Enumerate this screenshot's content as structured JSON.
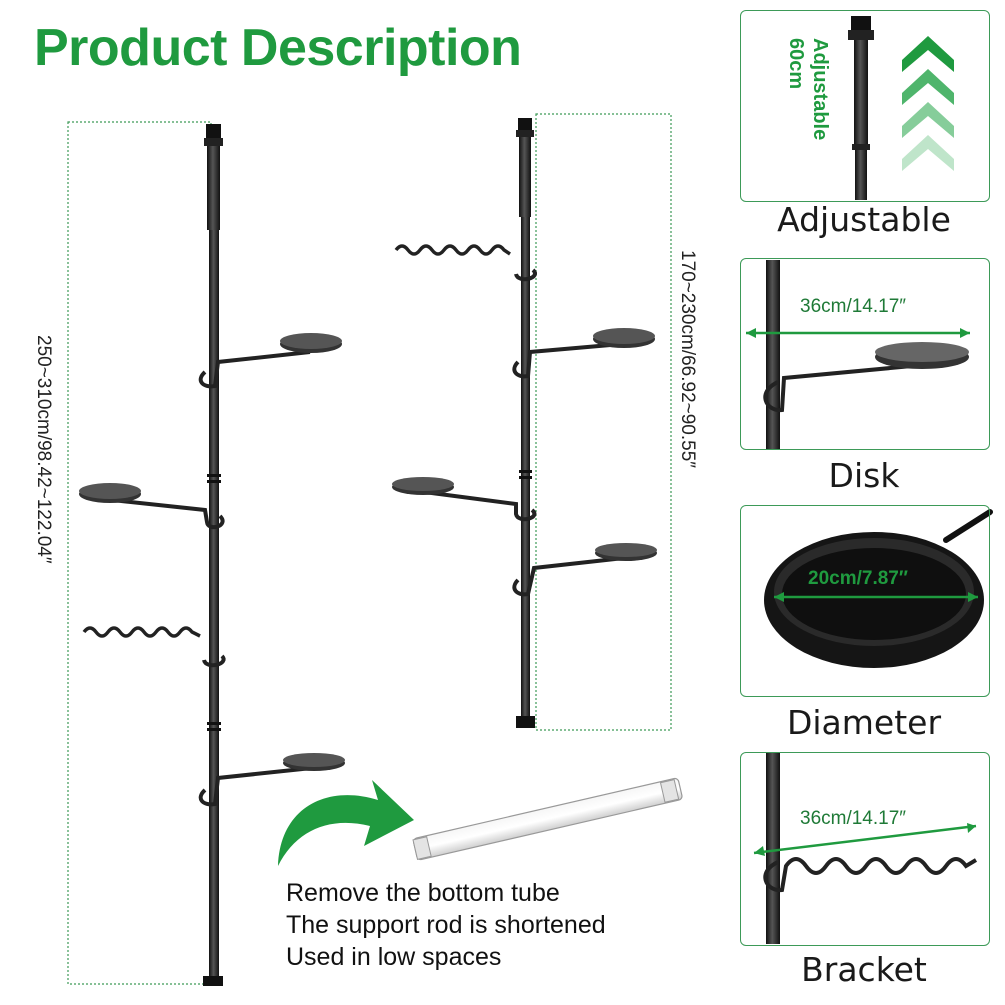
{
  "title": "Product Description",
  "left_height_label": "250~310cm/98.42~122.04″",
  "right_height_label": "170~230cm/66.92~90.55″",
  "notes": [
    "Remove the bottom tube",
    "The support rod is shortened",
    "Used in low spaces"
  ],
  "panels": {
    "adjustable": {
      "label_line1": "Adjustable",
      "label_line2": "60cm",
      "caption": "Adjustable"
    },
    "disk": {
      "dimension": "36cm/14.17″",
      "caption": "Disk"
    },
    "diameter": {
      "dimension": "20cm/7.87″",
      "caption": "Diameter"
    },
    "bracket": {
      "dimension": "36cm/14.17″",
      "caption": "Bracket"
    }
  },
  "colors": {
    "accent": "#1f9a3f",
    "rod": "#222222",
    "frame": "#3d9a58"
  }
}
